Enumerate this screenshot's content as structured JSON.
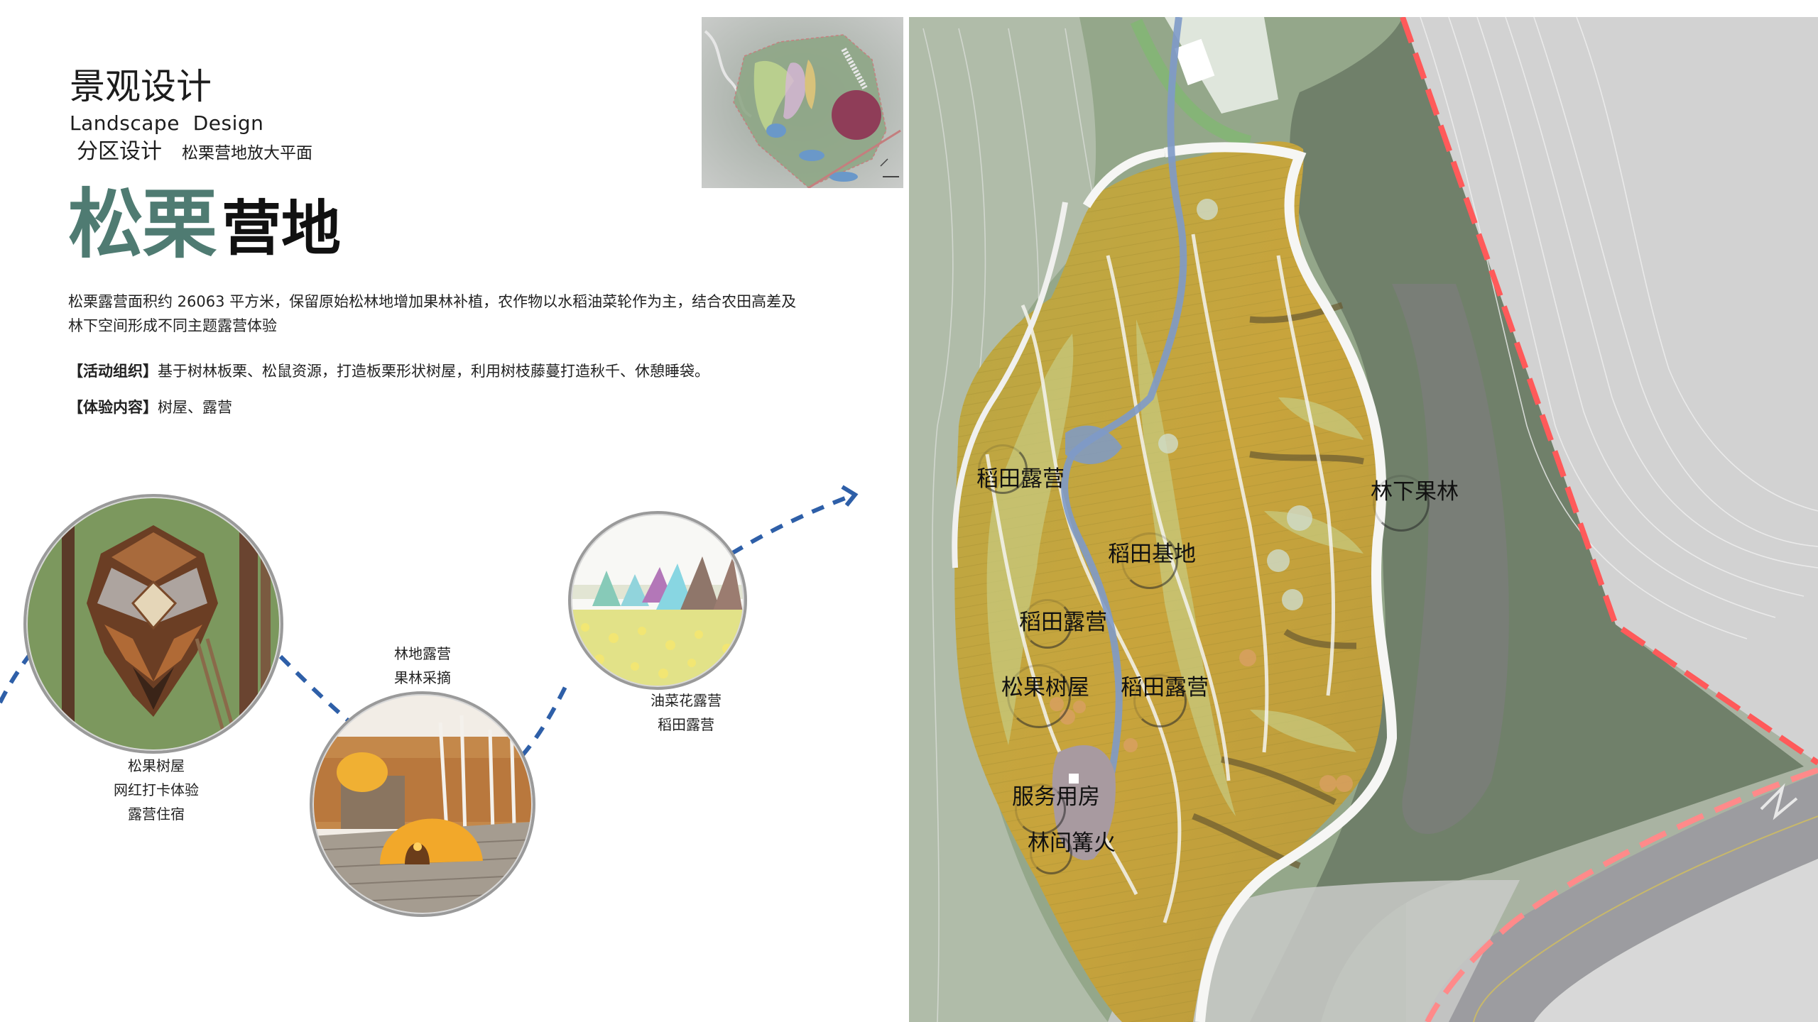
{
  "header": {
    "title_cn": "景观设计",
    "title_en": "Landscape  Design",
    "section": "分区设计",
    "section_detail": "松栗营地放大平面"
  },
  "feature_title": {
    "accent": "松栗",
    "rest": "营地",
    "accent_color": "#4f7b72"
  },
  "description": {
    "intro": "松栗露营面积约 26063 平方米，保留原始松林地增加果林补植，农作物以水稻油菜轮作为主，结合农田高差及林下空间形成不同主题露营体验",
    "activity_tag": "【活动组织】",
    "activity_text": "基于树林板栗、松鼠资源，打造板栗形状树屋，利用树枝藤蔓打造秋千、休憩睡袋。",
    "experience_tag": "【体验内容】",
    "experience_text": "树屋、露营"
  },
  "key_plan": {
    "highlight_color": "#8e1f4a",
    "icon": "key-plan-thumbnail"
  },
  "journey": {
    "line_color": "#2e5fa8",
    "stops": [
      {
        "photo": "pinecone-treehouse-photo",
        "lines": [
          "松果树屋",
          "网红打卡体验",
          "露营住宿"
        ]
      },
      {
        "photo": "forest-dome-tent-photo",
        "lines": [
          "林地露营",
          "果林采摘"
        ]
      },
      {
        "photo": "rapeseed-teepee-photo",
        "lines": [
          "油菜花露营",
          "稻田露营"
        ]
      }
    ]
  },
  "map": {
    "boundary_color": "#ff5a5a",
    "labels": [
      {
        "id": "rice-camp-1",
        "text": "稻田露营"
      },
      {
        "id": "rice-base",
        "text": "稻田基地"
      },
      {
        "id": "rice-camp-2",
        "text": "稻田露营"
      },
      {
        "id": "pinecone-house",
        "text": "松果树屋"
      },
      {
        "id": "rice-camp-3",
        "text": "稻田露营"
      },
      {
        "id": "orchard",
        "text": "林下果林"
      },
      {
        "id": "service-building",
        "text": "服务用房"
      },
      {
        "id": "bonfire",
        "text": "林间篝火"
      }
    ]
  }
}
